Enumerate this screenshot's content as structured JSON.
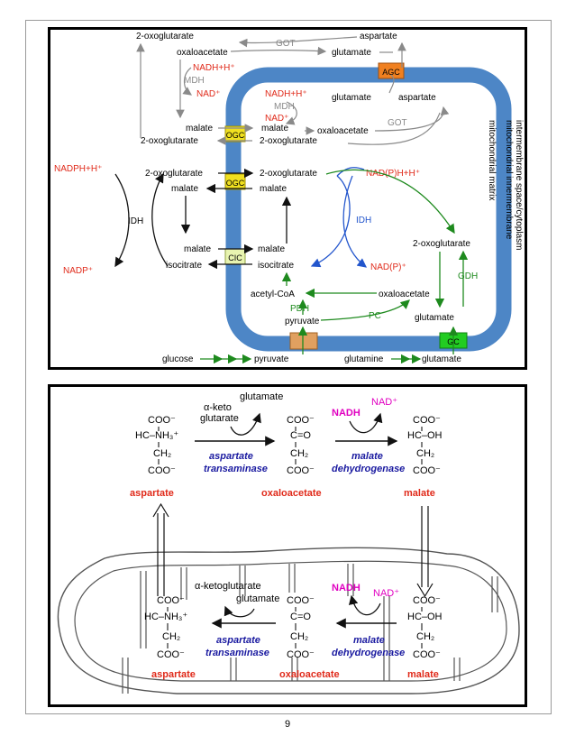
{
  "top_diagram": {
    "membrane_labels": {
      "intermembrane": "intermembrane space/cytoplasm",
      "matrix": "mitochondrial matrix",
      "inner": "mitochondrial innermembrane"
    },
    "transporters": {
      "agc": "AGC",
      "ogc1": "OGC",
      "ogc2": "OGC",
      "cic": "CIC",
      "gc": "GC"
    },
    "cyto": {
      "oxoglutarate_top": "2-oxoglutarate",
      "aspartate_top": "aspartate",
      "oxaloacetate": "oxaloacetate",
      "glutamate": "glutamate",
      "got": "GOT",
      "nadh": "NADH+H⁺",
      "mdh": "MDH",
      "nad": "NAD⁺",
      "malate_a": "malate",
      "oxoglutarate_a": "2-oxoglutarate",
      "nadph": "NADPH+H⁺",
      "oxoglutarate_b": "2-oxoglutarate",
      "malate_b": "malate",
      "idh": "IDH",
      "malate_c": "malate",
      "isocitrate": "isocitrate",
      "nadp": "NADP⁺",
      "glucose": "glucose",
      "pyruvate": "pyruvate",
      "glutamine": "glutamine",
      "glutamate_bottom": "glutamate"
    },
    "mito": {
      "nadh": "NADH+H⁺",
      "mdh": "MDH",
      "nad": "NAD⁺",
      "glutamate": "glutamate",
      "aspartate": "aspartate",
      "oxaloacetate_upper": "oxaloacetate",
      "got": "GOT",
      "malate_a": "malate",
      "oxoglutarate_a": "2-oxoglutarate",
      "oxoglutarate_b": "2-oxoglutarate",
      "malate_b": "malate",
      "nadph_h": "NAD(P)H+H⁺",
      "idh": "IDH",
      "nadp": "NAD(P)⁺",
      "oxoglutarate_c": "2-oxoglutarate",
      "gdh": "GDH",
      "malate_c": "malate",
      "isocitrate": "isocitrate",
      "acetylcoa": "acetyl-CoA",
      "oxaloacetate_lower": "oxaloacetate",
      "pdh": "PDH",
      "pc": "PC",
      "pyruvate": "pyruvate",
      "glutamate_lower": "glutamate"
    }
  },
  "bottom_diagram": {
    "upper": {
      "glutamate": "glutamate",
      "alpha_keto": "α-keto",
      "glutarate": "glutarate",
      "nadh": "NADH",
      "nad": "NAD⁺",
      "enzyme1_line1": "aspartate",
      "enzyme1_line2": "transaminase",
      "enzyme2_line1": "malate",
      "enzyme2_line2": "dehydrogenase",
      "asp_name": "aspartate",
      "oaa_name": "oxaloacetate",
      "mal_name": "malate",
      "asp_coo1": "COO⁻",
      "asp_hc": "HC–NH₃⁺",
      "asp_ch2": "CH₂",
      "asp_coo2": "COO⁻",
      "oaa_coo1": "COO⁻",
      "oaa_co": "C=O",
      "oaa_ch2": "CH₂",
      "oaa_coo2": "COO⁻",
      "mal_coo1": "COO⁻",
      "mal_hc": "HC–OH",
      "mal_ch2": "CH₂",
      "mal_coo2": "COO⁻"
    },
    "lower": {
      "alpha_ketoglutarate": "α-ketoglutarate",
      "glutamate": "glutamate",
      "nadh": "NADH",
      "nad": "NAD⁺",
      "enzyme1_line1": "aspartate",
      "enzyme1_line2": "transaminase",
      "enzyme2_line1": "malate",
      "enzyme2_line2": "dehydrogenase",
      "asp_name": "aspartate",
      "oaa_name": "oxaloacetate",
      "mal_name": "malate",
      "asp_coo1": "COO⁻",
      "asp_hc": "HC–NH₃⁺",
      "asp_ch2": "CH₂",
      "asp_coo2": "COO⁻",
      "oaa_coo1": "COO⁻",
      "oaa_co": "C=O",
      "oaa_ch2": "CH₂",
      "oaa_coo2": "COO⁻",
      "mal_coo1": "COO⁻",
      "mal_hc": "HC–OH",
      "mal_ch2": "CH₂",
      "mal_coo2": "COO⁻"
    }
  },
  "colors": {
    "membrane": "#4d86c6",
    "red_label": "#e02a1a",
    "magenta": "#e000c0",
    "enzyme_blue": "#1a1aa0",
    "green": "#1e8a1e",
    "grey": "#8a8a8a",
    "idh_blue": "#2255cc",
    "agc": "#f08020",
    "ogc": "#f0e020",
    "cic": "#e8f4b0",
    "gc": "#22cc22"
  },
  "page_number": "9"
}
